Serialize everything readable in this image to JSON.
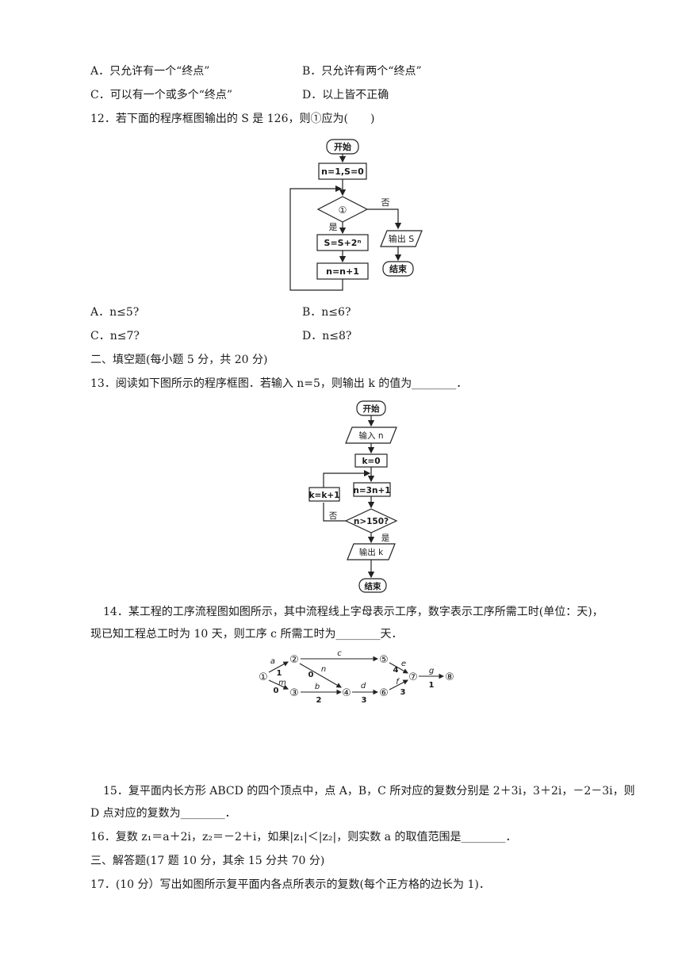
{
  "q11": {
    "opt_a": "A．只允许有一个“终点”",
    "opt_b": "B．只允许有两个“终点”",
    "opt_c": "C．可以有一个或多个“终点”",
    "opt_d": "D．以上皆不正确"
  },
  "q12": {
    "stem": "12．若下面的程序框图输出的 S 是 126，则①应为(　　)",
    "flow": {
      "start": "开始",
      "init": "n=1,S=0",
      "cond": "①",
      "no": "否",
      "yes": "是",
      "update_s": "S=S+2ⁿ",
      "output": "输出 S",
      "end": "结束",
      "incr": "n=n+1"
    },
    "opt_a": "A．n≤5?",
    "opt_b": "B．n≤6?",
    "opt_c": "C．n≤7?",
    "opt_d": "D．n≤8?"
  },
  "section2": "二、填空题(每小题 5 分，共 20 分)",
  "q13": {
    "stem": "13．阅读如下图所示的程序框图．若输入 n=5，则输出 k 的值为________．",
    "flow": {
      "start": "开始",
      "input": "输入 n",
      "init": "k=0",
      "assign": "n=3n+1",
      "incr": "k=k+1",
      "cond": "n>150?",
      "no": "否",
      "yes": "是",
      "output": "输出 k",
      "end": "结束"
    }
  },
  "q14": {
    "line1": "14．某工程的工序流程图如图所示，其中流程线上字母表示工序，数字表示工序所需工时(单位：天)，",
    "line2": "现已知工程总工时为 10 天，则工序 c 所需工时为________天．",
    "net": {
      "n1": "①",
      "n2": "②",
      "n3": "③",
      "n4": "④",
      "n5": "⑤",
      "n6": "⑥",
      "n7": "⑦",
      "n8": "⑧",
      "a": "a",
      "a_t": "1",
      "m": "m",
      "m_t": "0",
      "c": "c",
      "n": "n",
      "n_t": "0",
      "b": "b",
      "b_t": "2",
      "d": "d",
      "d_t": "3",
      "e": "e",
      "e_t": "4",
      "f": "f",
      "f_t": "3",
      "g": "g",
      "g_t": "1"
    }
  },
  "q15": {
    "line1": "15．复平面内长方形 ABCD 的四个顶点中，点 A，B，C 所对应的复数分别是 2＋3i，3＋2i，－2－3i，则",
    "line2": "D 点对应的复数为________．"
  },
  "q16": "16．复数 z₁＝a＋2i，z₂＝－2＋i，如果|z₁|＜|z₂|，则实数 a 的取值范围是________．",
  "section3": "三、解答题(17 题 10 分，其余 15 分共 70 分)",
  "q17": "17．(10 分）写出如图所示复平面内各点所表示的复数(每个正方格的边长为 1)．"
}
